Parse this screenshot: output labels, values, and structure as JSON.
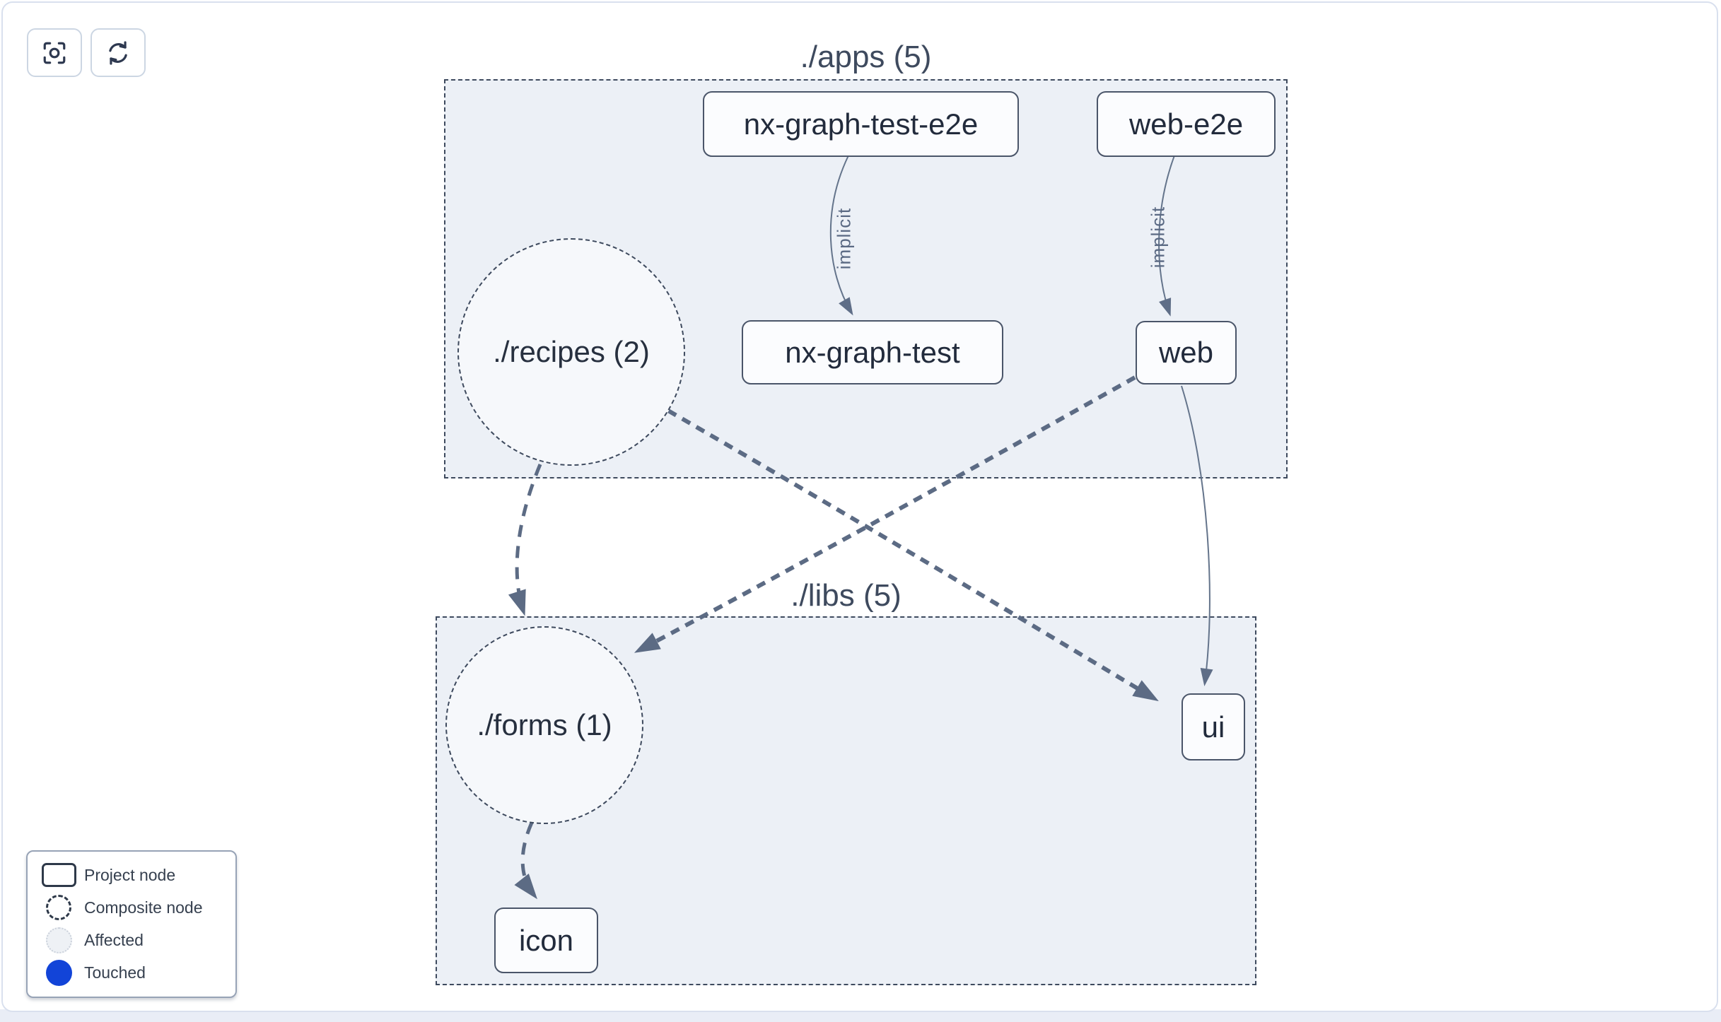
{
  "toolbar": {
    "buttons": [
      {
        "id": "focus",
        "icon": "focus-icon"
      },
      {
        "id": "refresh",
        "icon": "refresh-icon"
      }
    ]
  },
  "graph": {
    "groups": [
      {
        "id": "apps",
        "label": "./apps (5)"
      },
      {
        "id": "libs",
        "label": "./libs (5)"
      }
    ],
    "project_nodes": [
      {
        "id": "nx-graph-test-e2e",
        "label": "nx-graph-test-e2e",
        "group": "apps"
      },
      {
        "id": "web-e2e",
        "label": "web-e2e",
        "group": "apps"
      },
      {
        "id": "nx-graph-test",
        "label": "nx-graph-test",
        "group": "apps"
      },
      {
        "id": "web",
        "label": "web",
        "group": "apps"
      },
      {
        "id": "ui",
        "label": "ui",
        "group": "libs"
      },
      {
        "id": "icon",
        "label": "icon",
        "group": "libs"
      }
    ],
    "composite_nodes": [
      {
        "id": "recipes",
        "label": "./recipes (2)",
        "group": "apps"
      },
      {
        "id": "forms",
        "label": "./forms (1)",
        "group": "libs"
      }
    ],
    "edges": [
      {
        "from": "nx-graph-test-e2e",
        "to": "nx-graph-test",
        "style": "solid",
        "label": "implicit"
      },
      {
        "from": "web-e2e",
        "to": "web",
        "style": "solid",
        "label": "implicit"
      },
      {
        "from": "web",
        "to": "ui",
        "style": "solid",
        "label": ""
      },
      {
        "from": "recipes",
        "to": "forms",
        "style": "dashed",
        "label": ""
      },
      {
        "from": "recipes",
        "to": "ui",
        "style": "dashed",
        "label": ""
      },
      {
        "from": "web",
        "to": "forms",
        "style": "dashed",
        "label": ""
      },
      {
        "from": "forms",
        "to": "icon",
        "style": "dashed",
        "label": ""
      }
    ],
    "edge_labels": {
      "implicit_1": "implicit",
      "implicit_2": "implicit"
    }
  },
  "legend": {
    "items": [
      {
        "label": "Project node",
        "swatch": "project-node-swatch"
      },
      {
        "label": "Composite node",
        "swatch": "composite-node-swatch"
      },
      {
        "label": "Affected",
        "swatch": "affected-swatch"
      },
      {
        "label": "Touched",
        "swatch": "touched-swatch"
      }
    ]
  },
  "colors": {
    "touched": "#1244d8",
    "edge": "#5c6b84",
    "group_fill": "#ecf0f6",
    "group_border": "#3e4a5e",
    "node_border": "#4a5569",
    "canvas_border": "#d9e0ee"
  }
}
